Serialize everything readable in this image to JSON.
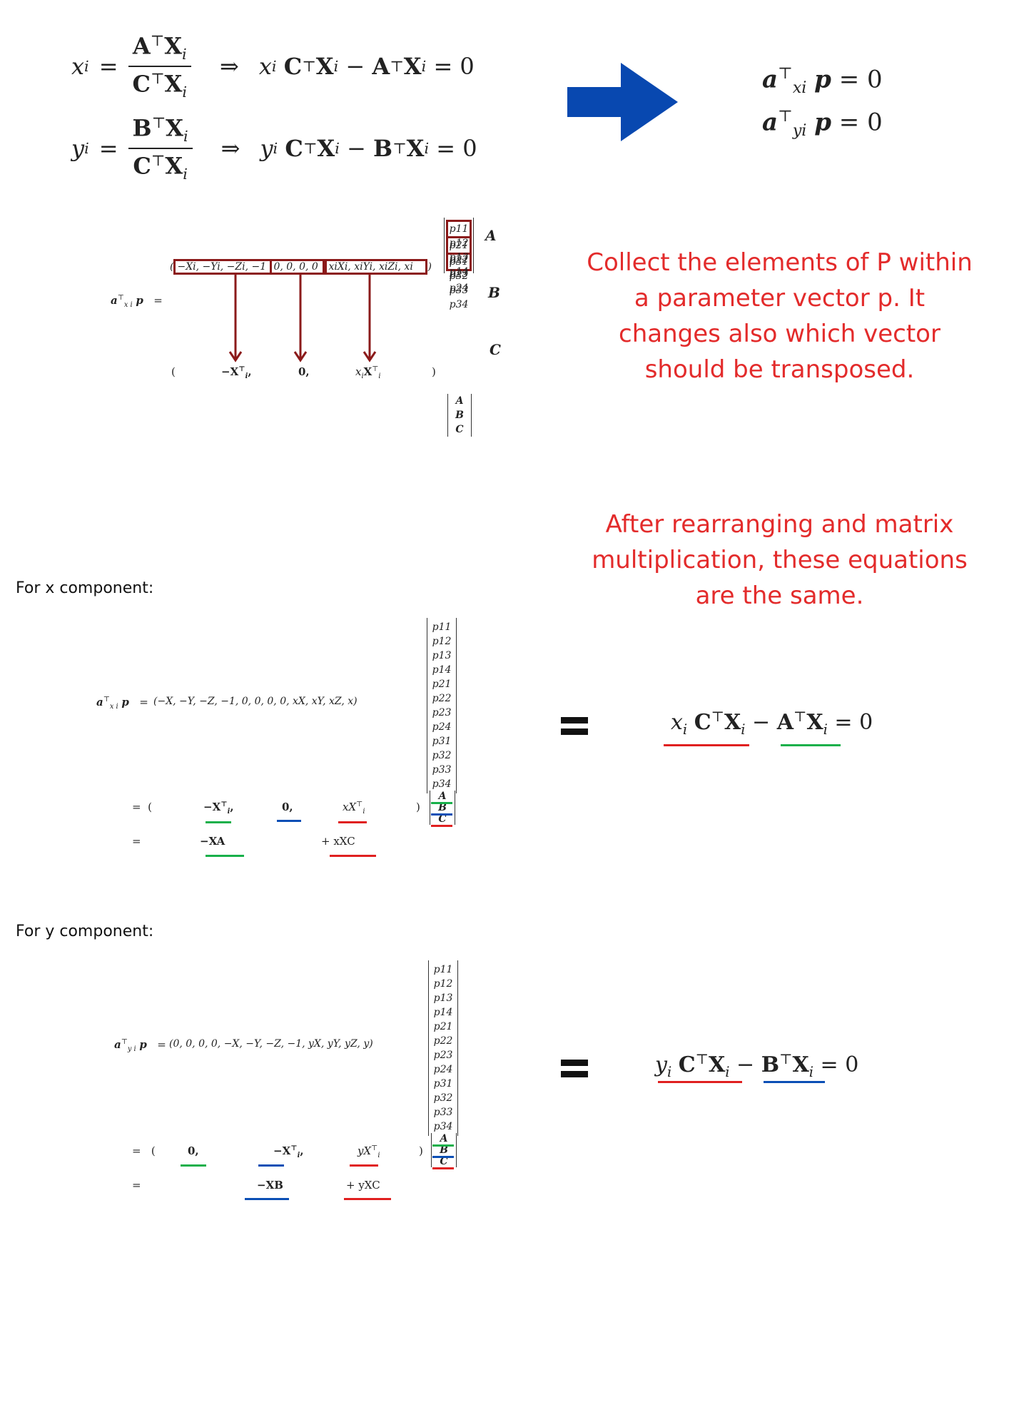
{
  "top_equations": {
    "x_lhs": "x",
    "x_num_A": "A",
    "x_num_X": "X",
    "den_C": "C",
    "den_X": "X",
    "y_lhs": "y",
    "y_num_B": "B",
    "y_num_X": "X",
    "implies": "⇒",
    "x_result": "x",
    "y_result": "y",
    "eq_zero": "= 0"
  },
  "top_right": {
    "ax_label": "a",
    "ax_sub": "x",
    "ay_sub": "y",
    "p": "p",
    "eq": "= 0"
  },
  "notes": {
    "collect": "Collect the elements of P within a parameter vector p. It changes also which vector should be transposed.",
    "rearrange": "After rearranging and matrix multiplication, these equations are the same."
  },
  "labels": {
    "x_component": "For x component:",
    "y_component": "For y component:"
  },
  "diagram": {
    "row_segment_1": "−X",
    "row_segment_1b": ", −Y",
    "row_segment_1c": ", −Z",
    "row_segment_1d": ", −1",
    "row_segment_2": "0, 0, 0, 0",
    "row_segment_3": "x",
    "lhs": "a",
    "out_1": "−X",
    "out_2": "0,",
    "out_3": "x",
    "block_A": "A",
    "block_B": "B",
    "block_C": "C"
  },
  "p_vector": [
    "p11",
    "p12",
    "p13",
    "p14",
    "p21",
    "p22",
    "p23",
    "p24",
    "p31",
    "p32",
    "p33",
    "p34"
  ],
  "abc": [
    "A",
    "B",
    "C"
  ],
  "x_block": {
    "row": "(−X, −Y, −Z, −1, 0, 0, 0, 0, xX, xY, xZ, x)",
    "line2_t1": "−X",
    "line2_t2": "0,",
    "line2_t3": "xX",
    "line3_t1": "−XA",
    "line3_t3": "+ xXC",
    "eq": "="
  },
  "y_block": {
    "row": "(0, 0, 0, 0, −X, −Y, −Z, −1, yX, yY, yZ, y)",
    "line2_t1": "0,",
    "line2_t2": "−X",
    "line2_t3": "yX",
    "line3_t2": "−XB",
    "line3_t3": "+ yXC",
    "eq": "="
  },
  "colors": {
    "note_red": "#e32b2b",
    "arrow_blue": "#0848b0",
    "box_darkred": "#8b1a1a",
    "underline_red": "#e02020",
    "underline_green": "#18b04a",
    "underline_blue": "#0b4fb5"
  }
}
